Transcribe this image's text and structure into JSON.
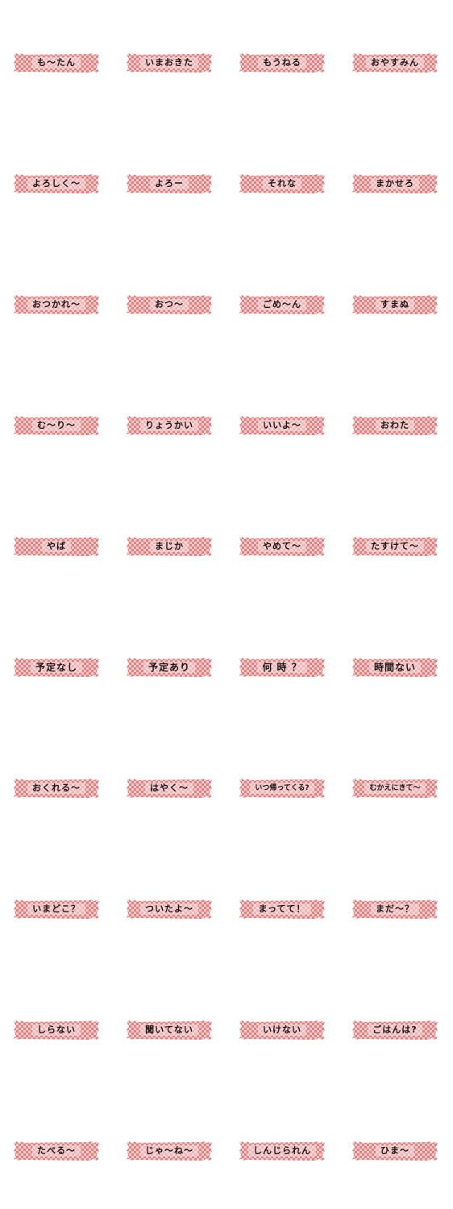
{
  "stickers": [
    "も〜たん",
    "いまおきた",
    "もうねる",
    "おやすみん",
    "よろしく〜",
    "よろー",
    "それな",
    "まかせろ",
    "おつかれ〜",
    "おつ〜",
    "ごめ〜ん",
    "すまぬ",
    "む〜り〜",
    "りょうかい",
    "いいよ〜",
    "おわた",
    "やば",
    "まじか",
    "やめて〜",
    "たすけて〜",
    "予定なし",
    "予定あり",
    "何 時 ？",
    "時間ない",
    "おくれる〜",
    "はやく〜",
    "いつ帰ってくる?",
    "むかえにきて〜",
    "いまどこ？",
    "ついたよ〜",
    "まってて！",
    "まだ〜？",
    "しらない",
    "聞いてない",
    "いけない",
    "ごはんは?",
    "たべる〜",
    "じゃ〜ね〜",
    "しんじられん",
    "ひま〜"
  ]
}
